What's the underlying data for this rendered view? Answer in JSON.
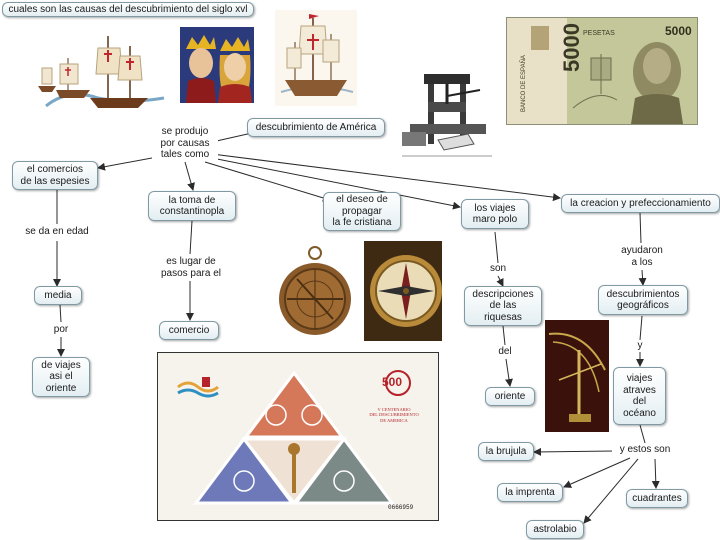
{
  "concepts": {
    "title": "cuales son las causas del descubrimiento del siglo xvl",
    "root": "descubrimiento de América",
    "comercio_especies": "el comercios\nde las espesies",
    "toma": "la toma de\nconstantinopla",
    "deseo": "el deseo de\npropagar\nla fe cristiana",
    "viajes_polo": "los viajes\nmaro polo",
    "creacion": "la creacion y prefeccionamiento",
    "media": "media",
    "viajes_oriente": "de viajes\nasi el\noriente",
    "comercio": "comercio",
    "descripciones": "descripciones\nde las\nriquesas",
    "oriente": "oriente",
    "descubrimientos": "descubrimientos\ngeográficos",
    "viajes_oceano": "viajes\natraves\ndel\nocéano",
    "brujula": "la brujula",
    "imprenta": "la imprenta",
    "astrolabio": "astrolabio",
    "cuadrantes": "cuadrantes"
  },
  "linking_phrases": {
    "se_produjo": "se produjo\npor causas\ntales como",
    "se_da": "se da en edad",
    "por": "por",
    "es_lugar": "es lugar de\npasos para el",
    "son": "son",
    "del": "del",
    "ayudaron": "ayudaron\na los",
    "y": "y",
    "y_estos": "y estos son"
  },
  "images": {
    "banknote": {
      "bank": "BANCO DE ESPAÑA",
      "denomination": "5000",
      "currency": "PESETAS"
    },
    "stamp": {
      "anniversary_mark": "500",
      "caption": "V CENTENARIO\nDEL DESCUBRIMIENTO\nDE AMERICA",
      "serial": "0666959"
    }
  },
  "colors": {
    "node_border": "#7f9aa3",
    "line": "#2b2b2b"
  }
}
